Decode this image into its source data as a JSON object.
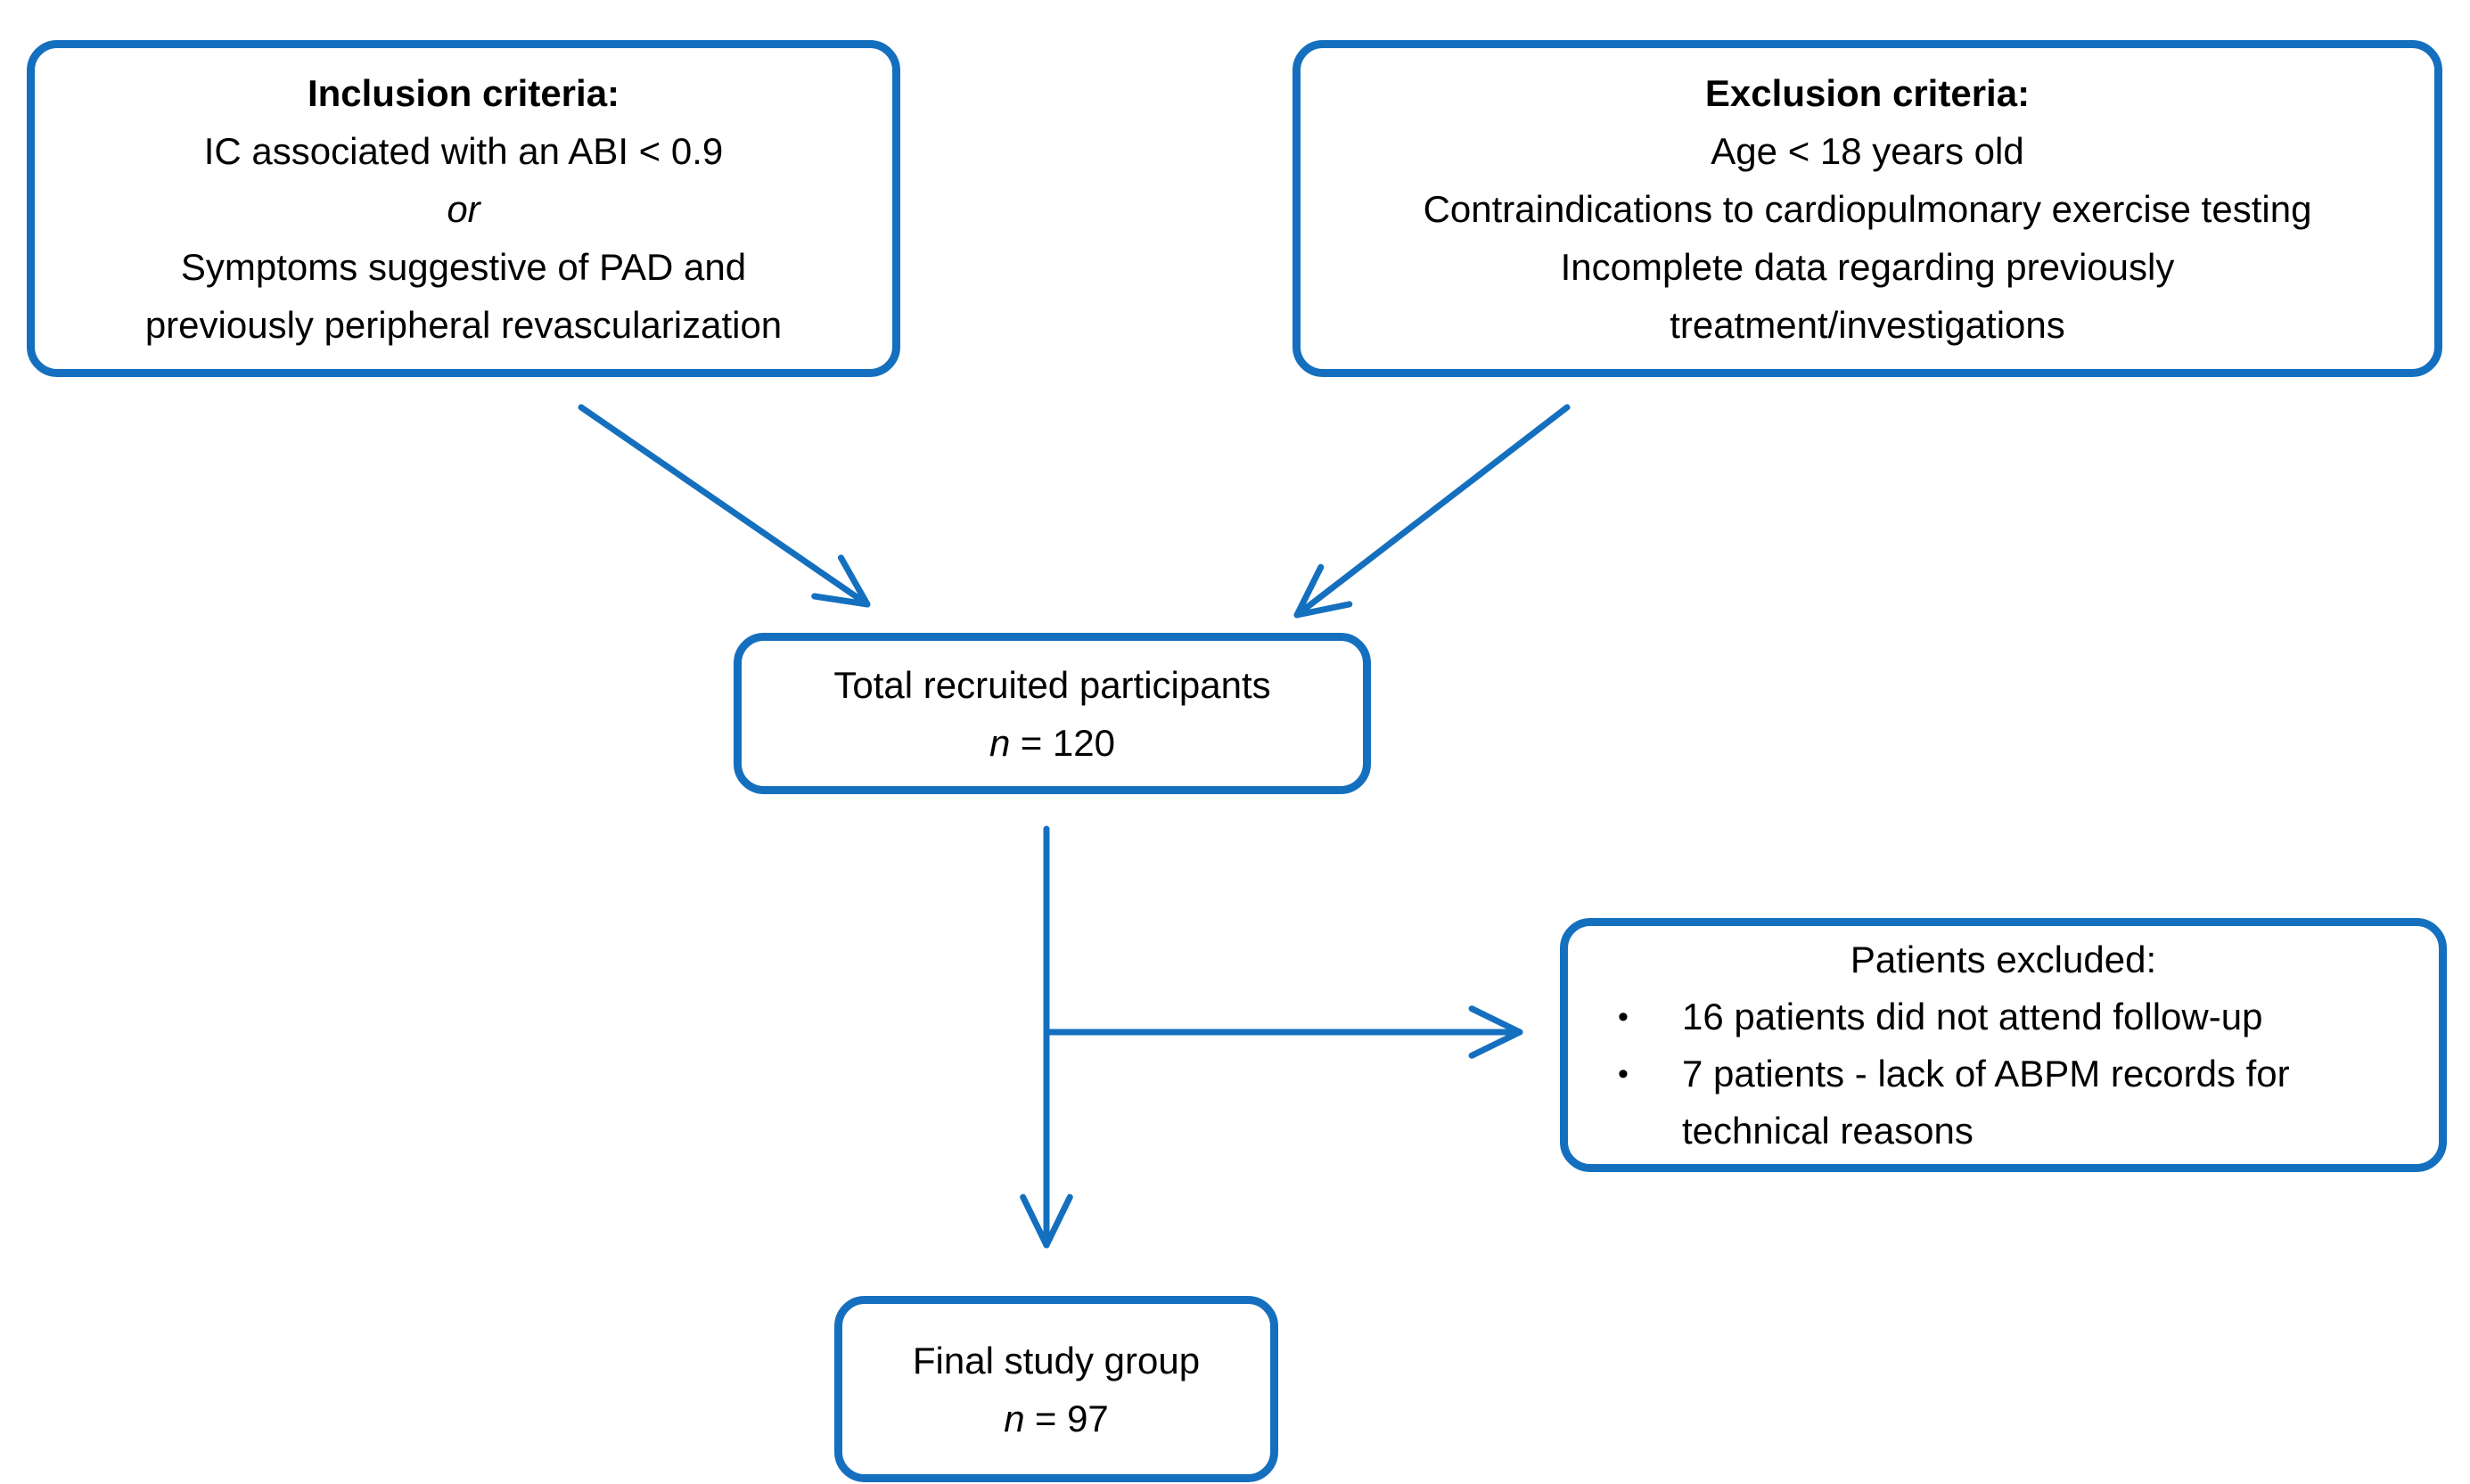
{
  "colors": {
    "accent": "#1470BE",
    "text": "#000000"
  },
  "flowchart": {
    "inclusion_box": {
      "title": "Inclusion criteria:",
      "line1": "IC associated with an ABI < 0.9",
      "connector_word": "or",
      "line2": "Symptoms suggestive of PAD and",
      "line3": "previously peripheral revascularization"
    },
    "exclusion_box": {
      "title": "Exclusion criteria:",
      "line1": "Age < 18 years old",
      "line2": "Contraindications to cardiopulmonary exercise testing",
      "line3": "Incomplete data regarding previously",
      "line4": "treatment/investigations"
    },
    "total_box": {
      "line1": "Total recruited participants",
      "n_italic": "n",
      "count": "= 120"
    },
    "excluded_box": {
      "title": "Patients excluded:",
      "bullet_glyph": "•",
      "bullet1": "16 patients did not attend follow-up",
      "bullet2": "7 patients - lack of ABPM records for technical reasons"
    },
    "final_box": {
      "line1": "Final study group",
      "n_italic": "n",
      "count": "= 97"
    }
  }
}
